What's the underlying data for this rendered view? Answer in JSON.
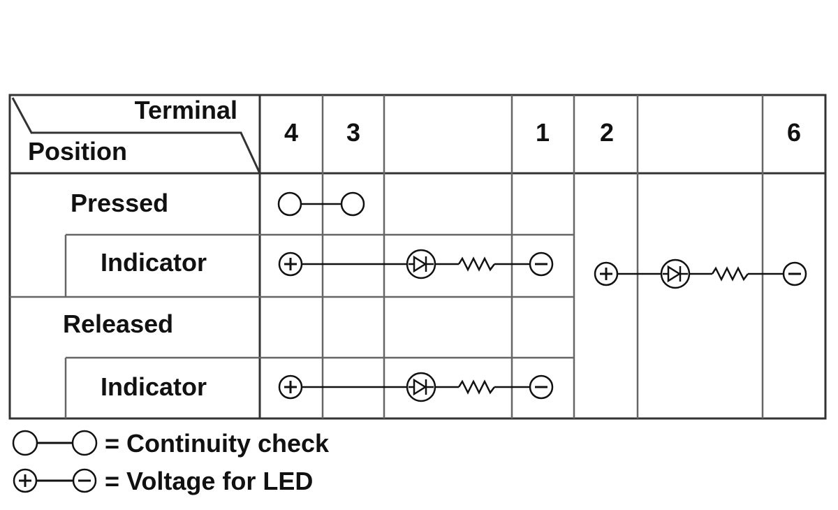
{
  "header": {
    "terminal_label": "Terminal",
    "position_label": "Position"
  },
  "terminals": [
    "4",
    "3",
    "",
    "1",
    "2",
    "",
    "6"
  ],
  "rows": {
    "pressed": "Pressed",
    "pressed_indicator": "Indicator",
    "released": "Released",
    "released_indicator": "Indicator"
  },
  "legend": {
    "continuity_text": "= Continuity check",
    "voltage_text": "= Voltage for LED"
  },
  "symbols": {
    "continuity": "continuity-connection",
    "voltage": "led-voltage-circuit",
    "led": "led-diode-icon",
    "resistor": "resistor-icon",
    "positive": "plus-terminal-icon",
    "negative": "minus-terminal-icon"
  },
  "colors": {
    "line": "#111111",
    "border": "#333333",
    "background": "#ffffff"
  }
}
